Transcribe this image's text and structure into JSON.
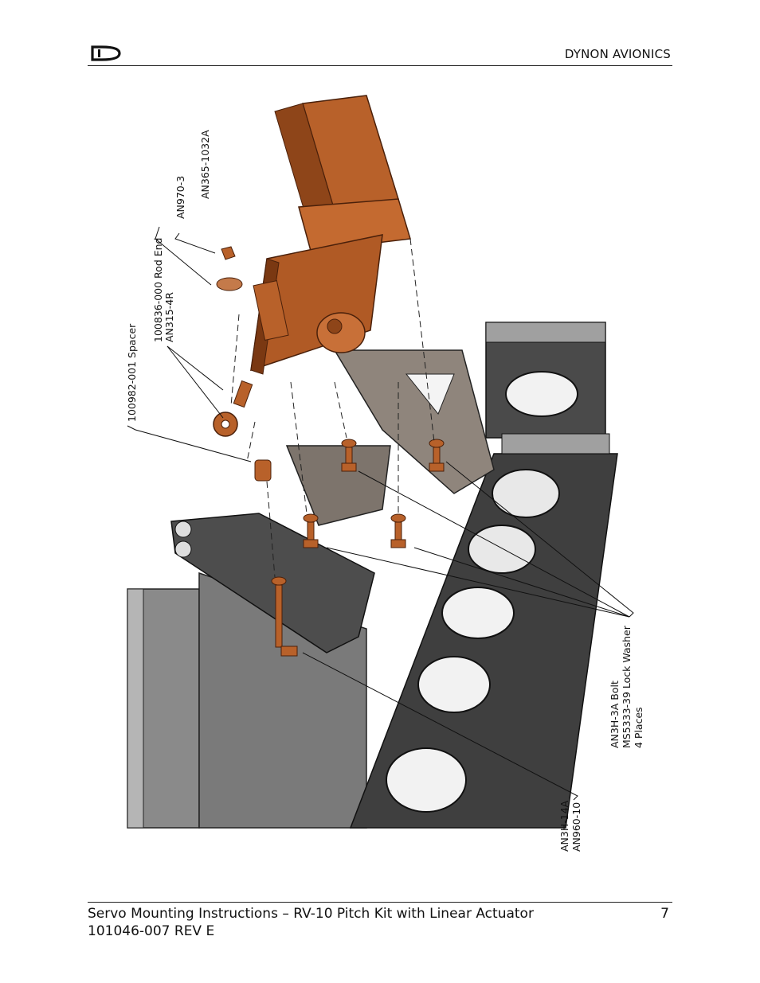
{
  "header": {
    "company": "DYNON AVIONICS"
  },
  "figure": {
    "callouts": {
      "an365": "AN365-1032A",
      "an970": "AN970-3",
      "rod_end": "100836-000 Rod End",
      "an315": "AN315-4R",
      "spacer": "100982-001 Spacer",
      "bolt": "AN3H-3A Bolt",
      "lock_washer": "MS5333-39 Lock Washer",
      "places": "4 Places",
      "an3h14": "AN3H-14A",
      "an960": "AN960-10"
    }
  },
  "footer": {
    "title": "Servo Mounting Instructions – RV-10 Pitch Kit with Linear Actuator",
    "doc_number": "101046-007 REV E",
    "page": "7"
  },
  "colors": {
    "part": "#b8612a",
    "part_dark": "#6b2f10",
    "frame": "#3e3e3e",
    "frame_light": "#9a9a9a",
    "plate": "#8f857c"
  }
}
